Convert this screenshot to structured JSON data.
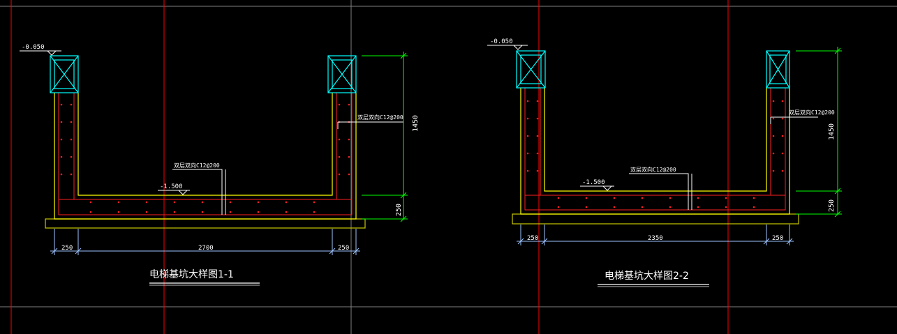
{
  "colors": {
    "background": "#000000",
    "grid_red": "#ff0000",
    "grid_gray": "#808080",
    "outline_yellow": "#ffff00",
    "rebar_red": "#ff2020",
    "column_cyan": "#00ffff",
    "dim_green": "#00ff00",
    "dim_blue": "#9ec5ff",
    "text_white": "#ffffff",
    "pad_yellow": "#c8c800"
  },
  "section1": {
    "title": "电梯基坑大样图1-1",
    "level_top": "-0.050",
    "level_bottom": "-1.500",
    "rebar_wall": "双层双向C12@200",
    "rebar_slab": "双层双向C12@200",
    "dim_wall_height": "1450",
    "dim_slab": "250",
    "dim_left": "250",
    "dim_mid": "2700",
    "dim_right": "250"
  },
  "section2": {
    "title": "电梯基坑大样图2-2",
    "level_top": "-0.050",
    "level_bottom": "-1.500",
    "rebar_wall": "双层双向C12@200",
    "rebar_slab": "双层双向C12@200",
    "dim_wall_height": "1450",
    "dim_slab": "250",
    "dim_left": "250",
    "dim_mid": "2350",
    "dim_right": "250"
  }
}
